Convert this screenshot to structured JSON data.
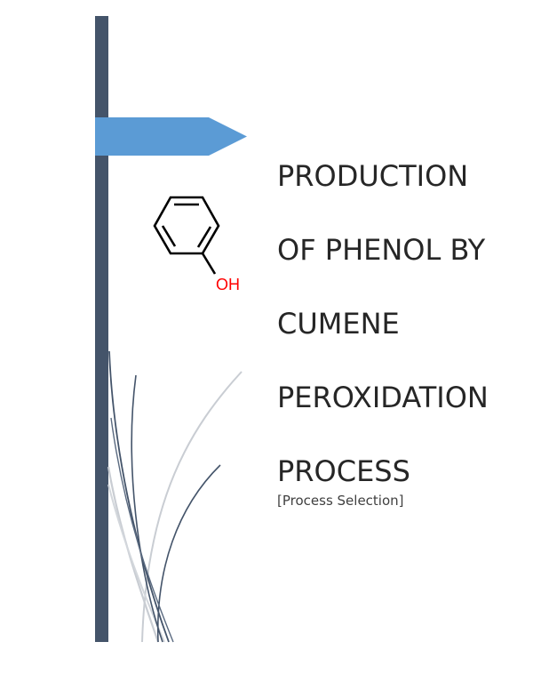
{
  "document": {
    "title_lines": [
      "PRODUCTION",
      "OF PHENOL BY",
      "CUMENE",
      "PEROXIDATION",
      "PROCESS"
    ],
    "subtitle": "[Process Selection]"
  },
  "molecule": {
    "name": "phenol",
    "label": "OH",
    "label_color": "#ff0000",
    "bond_color": "#000000"
  },
  "colors": {
    "side_bar": "#44546a",
    "arrow_banner": "#5b9bd5",
    "title_text": "#262626",
    "subtitle_text": "#404040",
    "curve_dark": "#44546a",
    "curve_light": "#c9cdd3"
  }
}
